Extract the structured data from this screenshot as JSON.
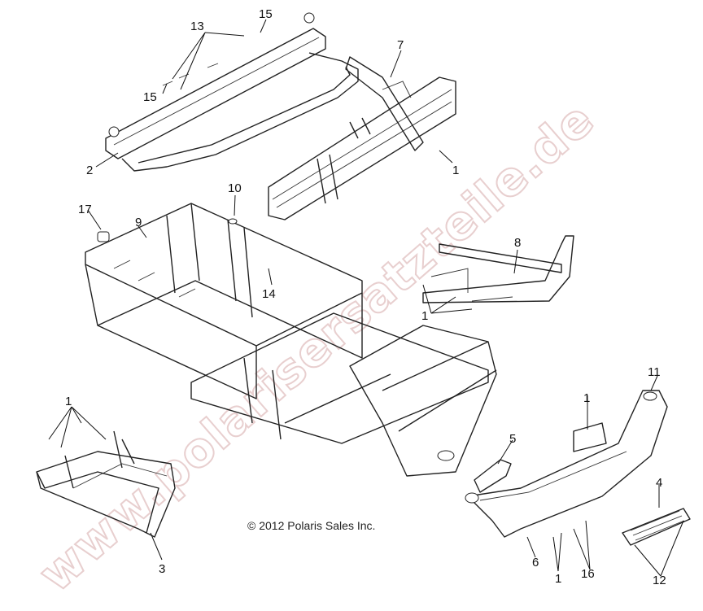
{
  "watermark": "www.polarisersatzteile.de",
  "copyright": "© 2012 Polaris Sales Inc.",
  "callouts": [
    {
      "id": "c13",
      "label": "13"
    },
    {
      "id": "c15a",
      "label": "15"
    },
    {
      "id": "c15b",
      "label": "15"
    },
    {
      "id": "c2",
      "label": "2"
    },
    {
      "id": "c7",
      "label": "7"
    },
    {
      "id": "c1a",
      "label": "1"
    },
    {
      "id": "c10",
      "label": "10"
    },
    {
      "id": "c17",
      "label": "17"
    },
    {
      "id": "c9",
      "label": "9"
    },
    {
      "id": "c14",
      "label": "14"
    },
    {
      "id": "c8",
      "label": "8"
    },
    {
      "id": "c1b",
      "label": "1"
    },
    {
      "id": "c1c",
      "label": "1"
    },
    {
      "id": "c3",
      "label": "3"
    },
    {
      "id": "c11",
      "label": "11"
    },
    {
      "id": "c1d",
      "label": "1"
    },
    {
      "id": "c5",
      "label": "5"
    },
    {
      "id": "c4",
      "label": "4"
    },
    {
      "id": "c6",
      "label": "6"
    },
    {
      "id": "c1e",
      "label": "1"
    },
    {
      "id": "c16",
      "label": "16"
    },
    {
      "id": "c12",
      "label": "12"
    }
  ]
}
